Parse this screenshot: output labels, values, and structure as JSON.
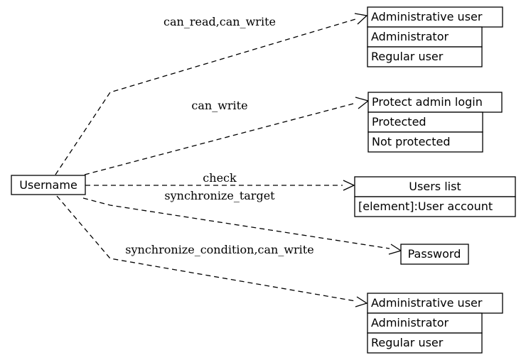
{
  "source": {
    "label": "Username"
  },
  "edges": [
    {
      "label": "can_read,can_write"
    },
    {
      "label": "can_write"
    },
    {
      "label": "check"
    },
    {
      "label": "synchronize_target"
    },
    {
      "label": "synchronize_condition,can_write"
    }
  ],
  "targets": {
    "admin_user_top": {
      "title": "Administrative user",
      "rows": [
        "Administrator",
        "Regular user"
      ]
    },
    "protect_login": {
      "title": "Protect admin login",
      "rows": [
        "Protected",
        "Not protected"
      ]
    },
    "users_list": {
      "title": "Users list",
      "rows": [
        "[element]:User account"
      ]
    },
    "password": {
      "title": "Password"
    },
    "admin_user_bottom": {
      "title": "Administrative user",
      "rows": [
        "Administrator",
        "Regular user"
      ]
    }
  }
}
